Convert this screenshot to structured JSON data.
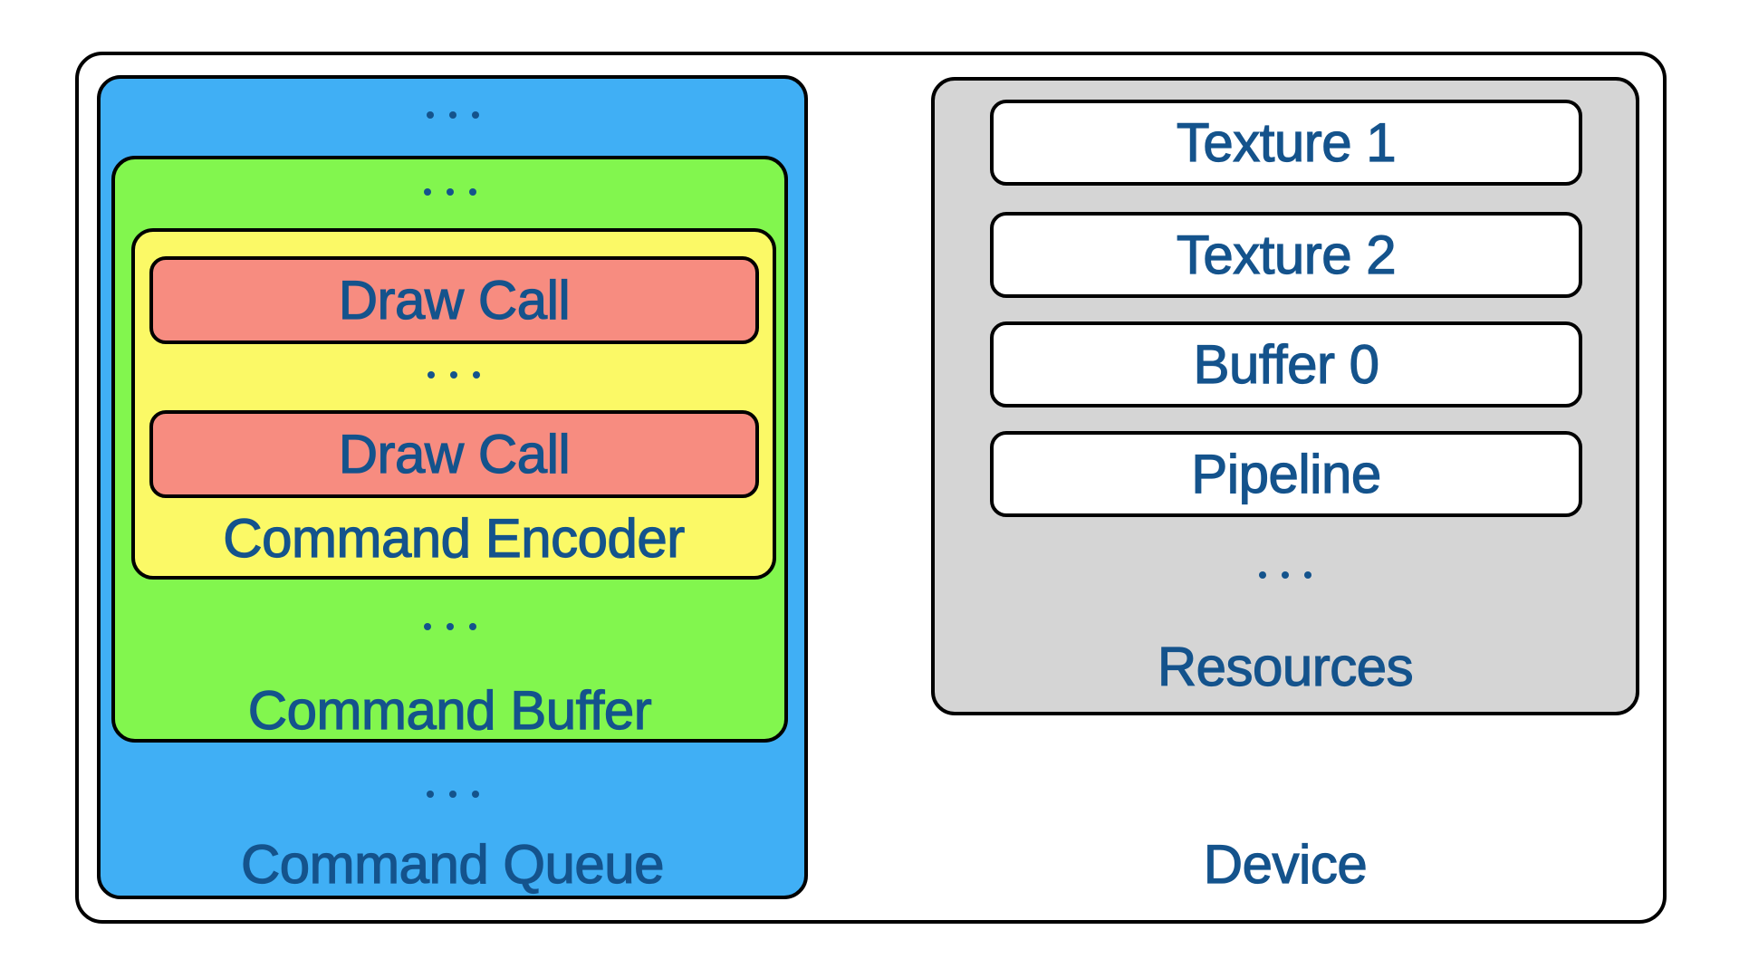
{
  "palette": {
    "background": "#ffffff",
    "border": "#000000",
    "text_blue": "#14538c",
    "queue_blue": "#40aff5",
    "buffer_green": "#82f64e",
    "encoder_yellow": "#fbf966",
    "draw_red": "#f78c80",
    "resources_gray": "#d5d5d5",
    "row_white": "#ffffff"
  },
  "ellipsis": "...",
  "device": {
    "label": "Device",
    "command_queue": {
      "label": "Command Queue",
      "command_buffer": {
        "label": "Command Buffer",
        "command_encoder": {
          "label": "Command Encoder",
          "draw_calls": [
            {
              "label": "Draw Call"
            },
            {
              "label": "Draw Call"
            }
          ]
        }
      }
    },
    "resources": {
      "label": "Resources",
      "items": [
        {
          "label": "Texture 1"
        },
        {
          "label": "Texture 2"
        },
        {
          "label": "Buffer 0"
        },
        {
          "label": "Pipeline"
        }
      ]
    }
  }
}
